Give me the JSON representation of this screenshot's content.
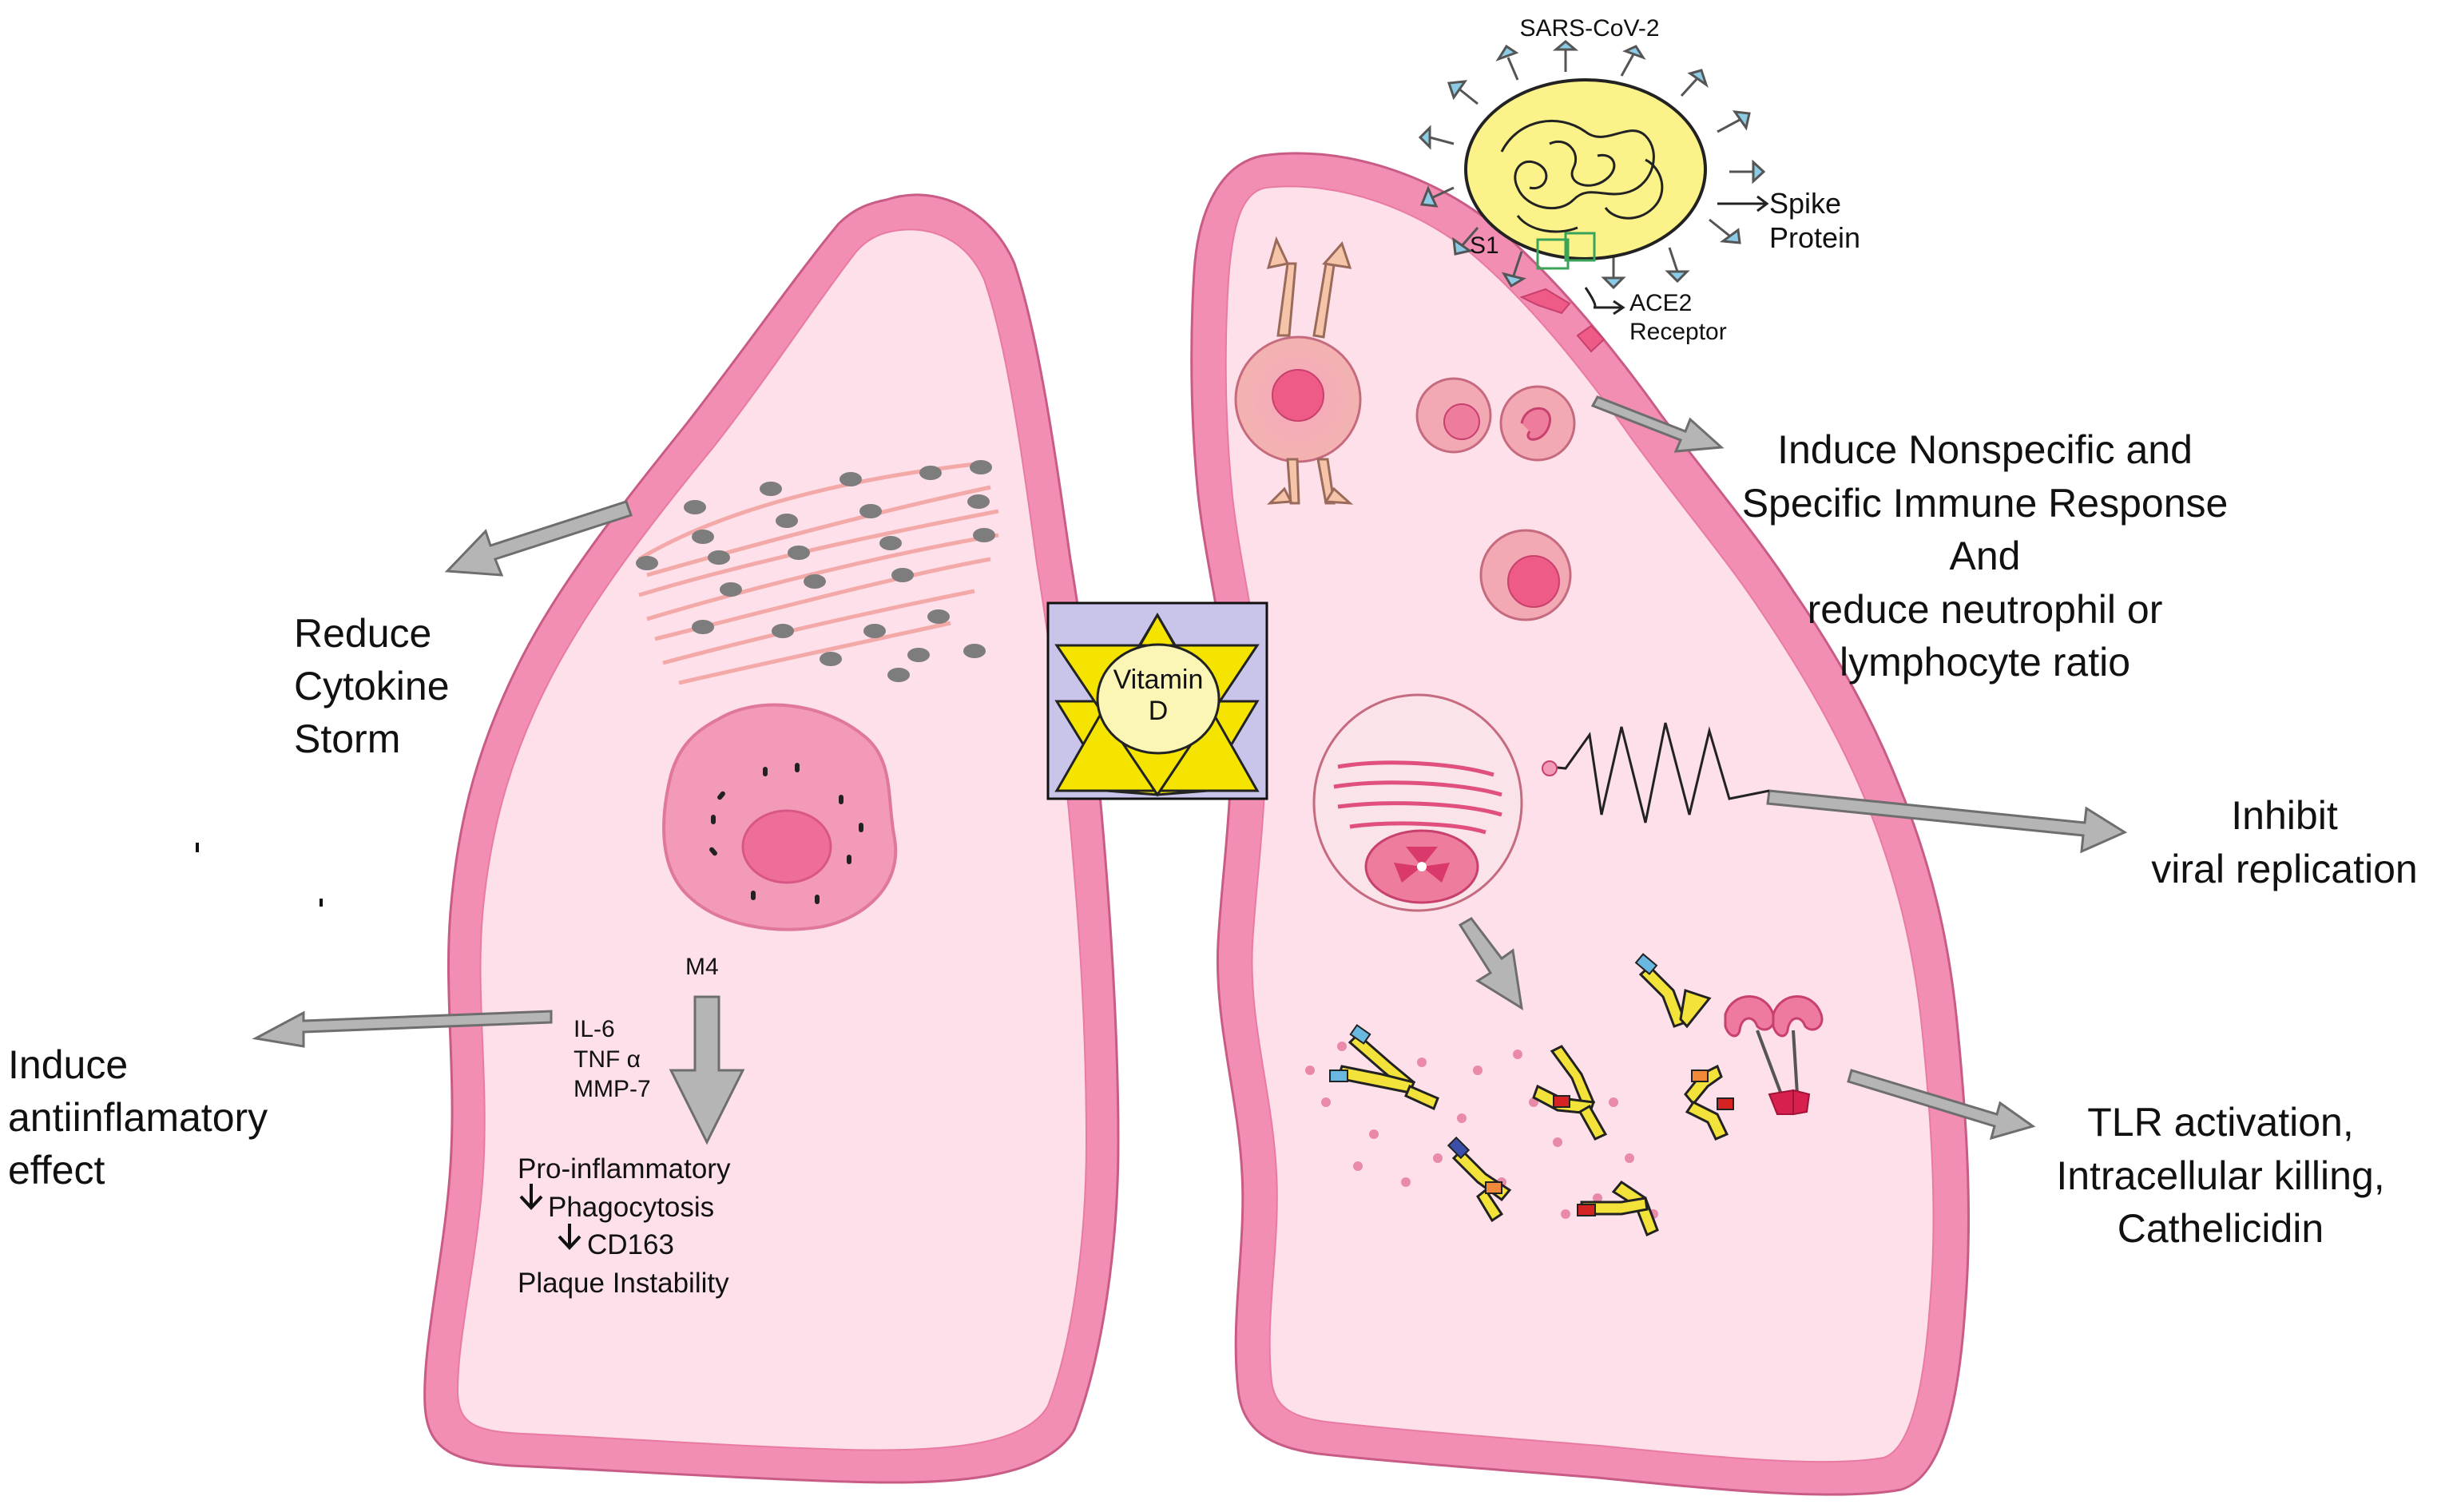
{
  "colors": {
    "lung_fill": "#fde0ea",
    "lung_outline": "#f39ab9",
    "arrow_gray": "#b5b5b5",
    "vitamin_box": "#c8c4ea",
    "vitamin_star": "#f4e400",
    "virus_body": "#fbf38a",
    "spike": "#8ccbe6"
  },
  "icons": [
    "virus-icon",
    "vitamin-d-star-icon",
    "antibody-icon",
    "macrophage-icon",
    "dendritic-cell-icon"
  ],
  "virus": {
    "name": "SARS-CoV-2",
    "spike_label": [
      "Spike",
      "Protein"
    ],
    "s1_label": "S1",
    "ace2_label": [
      "ACE2",
      "Receptor"
    ]
  },
  "center": {
    "vitamin_lines": [
      "Vitamin",
      "D"
    ]
  },
  "left": {
    "cytokine": [
      "Reduce",
      "Cytokine",
      "Storm"
    ],
    "antiinflammatory": [
      "Induce",
      "antiinflamatory",
      "effect"
    ],
    "m4_label": "M4",
    "markers": [
      "IL-6",
      "TNF α",
      "MMP-7"
    ],
    "effects": {
      "line1": "Pro-inflammatory",
      "line2_arrow": "↓",
      "line2": "Phagocytosis",
      "line3_arrow": "↓",
      "line3": "CD163",
      "line4": "Plaque Instability"
    }
  },
  "right": {
    "immune": [
      "Induce Nonspecific and",
      "Specific Immune Response",
      "And",
      "reduce neutrophil or",
      "lymphocyte ratio"
    ],
    "replication": [
      "Inhibit",
      "viral replication"
    ],
    "tlr": [
      "TLR activation,",
      "Intracellular killing,",
      "Cathelicidin"
    ]
  }
}
